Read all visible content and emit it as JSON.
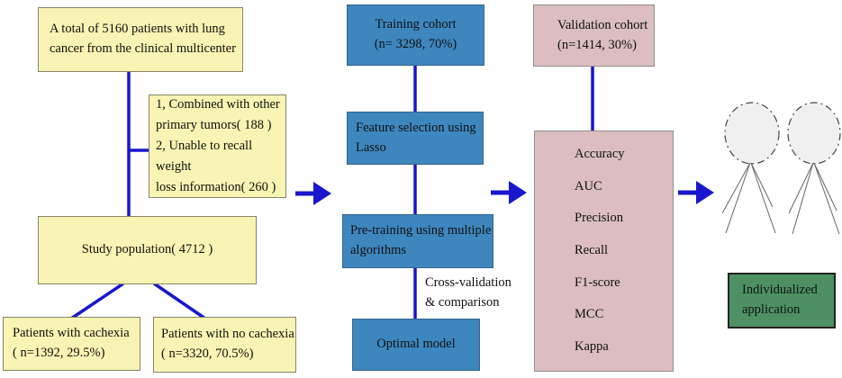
{
  "palette": {
    "box_yellow": "#F8F4B3",
    "box_blue": "#3E86BE",
    "box_pink": "#DCBDC0",
    "box_green": "#4D9162",
    "connector_blue": "#1717CD",
    "figure_fill": "#F0F0F0"
  },
  "nodes": {
    "total": {
      "lines": [
        "A total of  5160 patients with lung",
        "cancer from the clinical multicenter"
      ]
    },
    "exclusion": {
      "lines": [
        "1, Combined with other",
        "primary tumors( 188 )",
        "2, Unable to recall weight",
        "loss information( 260 )"
      ]
    },
    "study": {
      "lines": [
        "Study population( 4712 )"
      ]
    },
    "cachexia": {
      "lines": [
        "Patients with cachexia",
        "( n=1392, 29.5%)"
      ]
    },
    "no_cachexia": {
      "lines": [
        "Patients with no cachexia",
        "( n=3320, 70.5%)"
      ]
    },
    "training": {
      "lines": [
        "Training cohort",
        "(n= 3298, 70%)"
      ]
    },
    "feature": {
      "lines": [
        "Feature selection using",
        "Lasso"
      ]
    },
    "pretraining": {
      "lines": [
        "Pre-training using multiple",
        "algorithms"
      ]
    },
    "crossval": {
      "lines": [
        "Cross-validation",
        "& comparison"
      ]
    },
    "optimal": {
      "lines": [
        "Optimal model"
      ]
    },
    "validation": {
      "lines": [
        "Validation cohort",
        "(n=1414, 30%)"
      ]
    },
    "metrics": {
      "items": [
        "Accuracy",
        "AUC",
        "Precision",
        "Recall",
        "F1-score",
        "MCC",
        "Kappa"
      ]
    },
    "application": {
      "lines": [
        "Individualized",
        "application"
      ]
    }
  }
}
